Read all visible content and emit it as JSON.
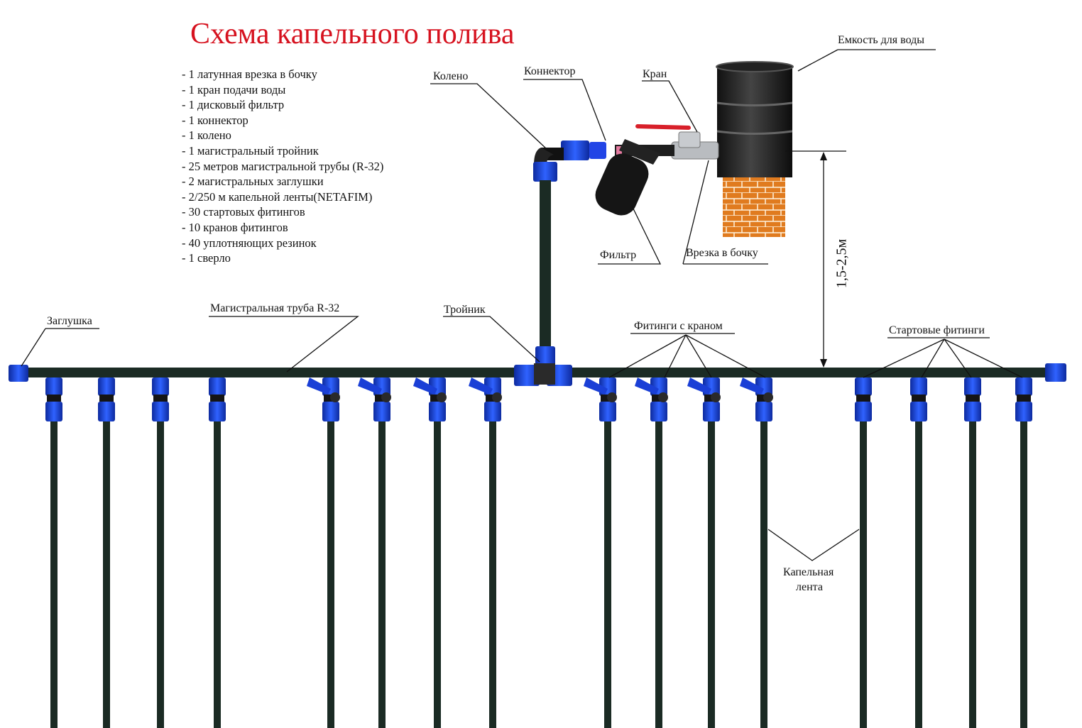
{
  "title": "Схема капельного полива",
  "parts_list": [
    "- 1 латунная врезка в бочку",
    "- 1 кран подачи воды",
    "- 1 дисковый фильтр",
    "- 1 коннектор",
    "- 1 колено",
    "- 1 магистральный тройник",
    "- 25 метров магистральной трубы (R-32)",
    "- 2 магистральных заглушки",
    "- 2/250 м капельной ленты(NETAFIM)",
    "- 30 стартовых фитингов",
    "- 10 кранов фитингов",
    "- 40 уплотняющих резинок",
    "- 1 сверло"
  ],
  "labels": {
    "tank": "Емкость для воды",
    "elbow": "Колено",
    "connector": "Коннектор",
    "valve": "Кран",
    "filter": "Фильтр",
    "inlet": "Врезка в бочку",
    "height": "1,5-2,5м",
    "plug": "Заглушка",
    "main_pipe": "Магистральная труба R-32",
    "tee": "Тройник",
    "valve_fittings": "Фитинги с краном",
    "start_fittings": "Стартовые фитинги",
    "drip_tape_line1": "Капельная",
    "drip_tape_line2": "лента"
  },
  "colors": {
    "title": "#d6121f",
    "fitting_blue": "#1a3fd6",
    "pipe": "#1b2b24",
    "valve_handle": "#d8202a",
    "brick": "#e07b1f"
  }
}
